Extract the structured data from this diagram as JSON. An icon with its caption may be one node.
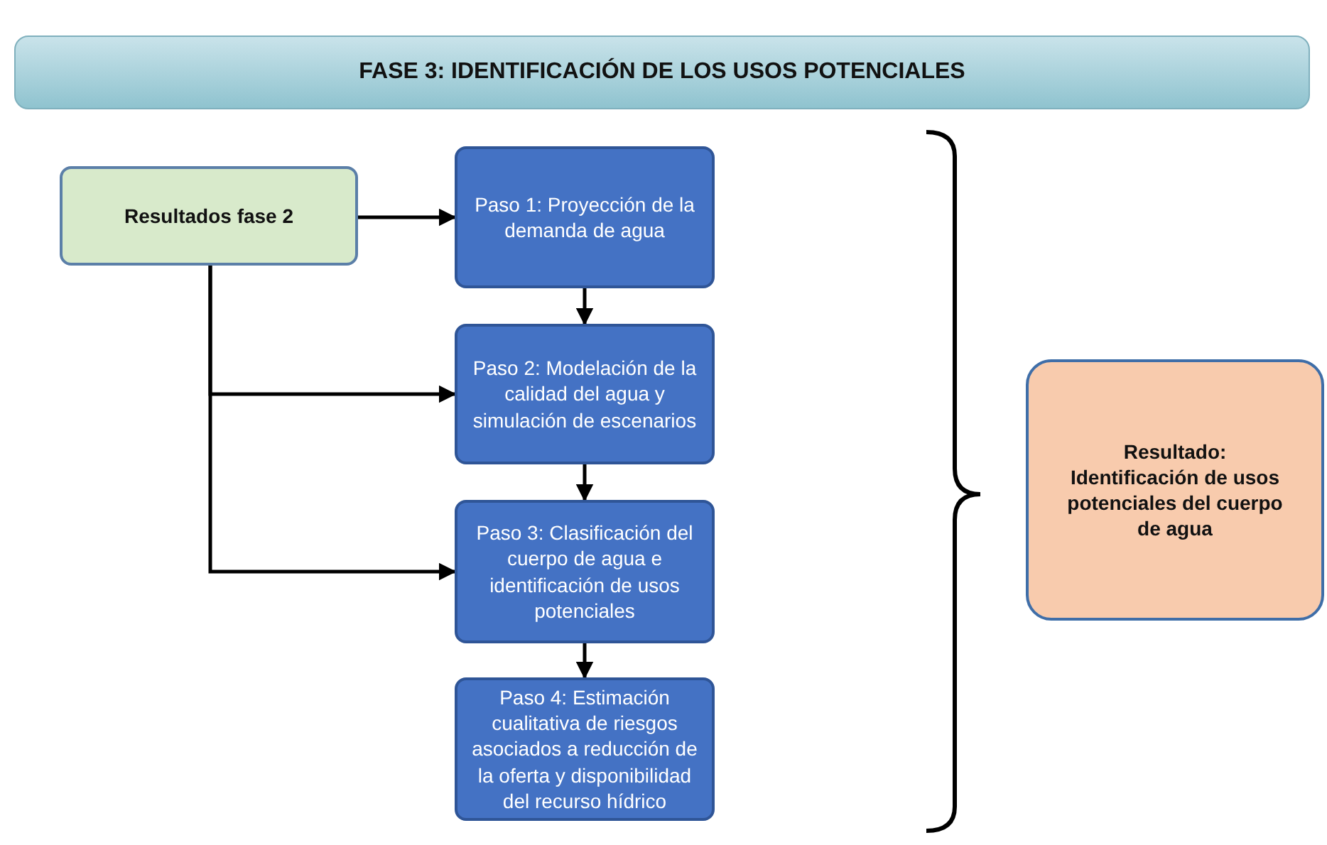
{
  "diagram": {
    "title": "FASE 3: IDENTIFICACIÓN DE LOS USOS POTENCIALES",
    "nodes": [
      {
        "text": [
          "Resultados fase 2"
        ]
      },
      {
        "text": [
          "Paso 1: Proyección de la demanda de agua"
        ]
      },
      {
        "text": [
          "Paso 2: Modelación de la calidad del agua y simulación de escenarios"
        ]
      },
      {
        "text": [
          "Paso 3: Clasificación del cuerpo de agua e identificación de usos potenciales"
        ]
      },
      {
        "text": [
          "Paso 4: Estimación cualitativa de riesgos asociados a reducción de la oferta y disponibilidad del recurso hídrico"
        ]
      },
      {
        "text": [
          "Resultado: Identificación de usos potenciales del cuerpo de agua"
        ]
      }
    ],
    "edges": [
      {
        "from": 0,
        "to": 1,
        "arrow": "to"
      },
      {
        "from": 0,
        "to": 2,
        "arrow": "to"
      },
      {
        "from": 0,
        "to": 3,
        "arrow": "to"
      },
      {
        "from": 1,
        "to": 2,
        "arrow": "to"
      },
      {
        "from": 2,
        "to": 3,
        "arrow": "to"
      },
      {
        "from": 3,
        "to": 4,
        "arrow": "to"
      }
    ]
  }
}
